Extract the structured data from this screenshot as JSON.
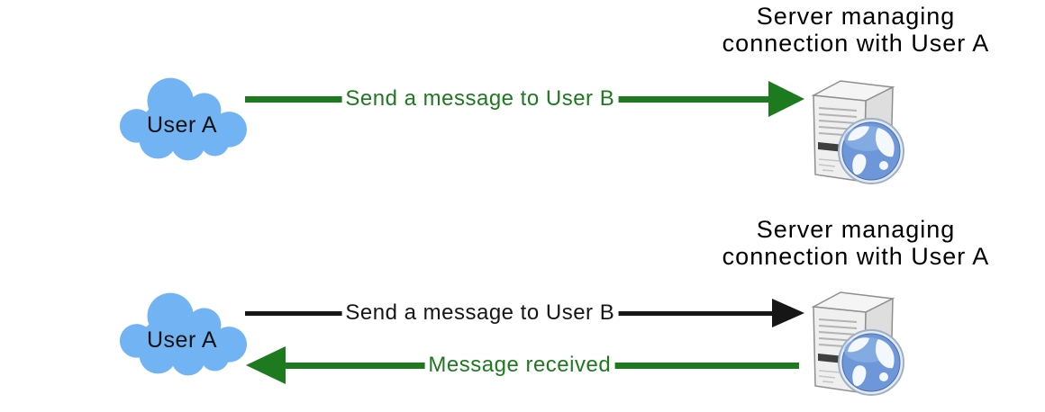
{
  "title": "Client-server messaging flow diagram",
  "colors": {
    "background": "#ffffff",
    "cloud_fill": "#71b3f3",
    "arrow_green": "#1e7a1e",
    "arrow_black": "#161616",
    "caption_text": "#000000"
  },
  "icons": {
    "client": "cloud-icon",
    "server": "web-server-icon"
  },
  "sections": [
    {
      "name": "request",
      "client_label": "User A",
      "server_caption": {
        "line1": "Server managing",
        "line2": "connection with User A"
      },
      "arrows": [
        {
          "label": "Send a message to User B",
          "direction": "right",
          "color": "#1e7a1e"
        }
      ]
    },
    {
      "name": "response",
      "client_label": "User A",
      "server_caption": {
        "line1": "Server managing",
        "line2": "connection with User A"
      },
      "arrows": [
        {
          "label": "Send a message to User B",
          "direction": "right",
          "color": "#161616"
        },
        {
          "label": "Message received",
          "direction": "left",
          "color": "#1e7a1e"
        }
      ]
    }
  ]
}
